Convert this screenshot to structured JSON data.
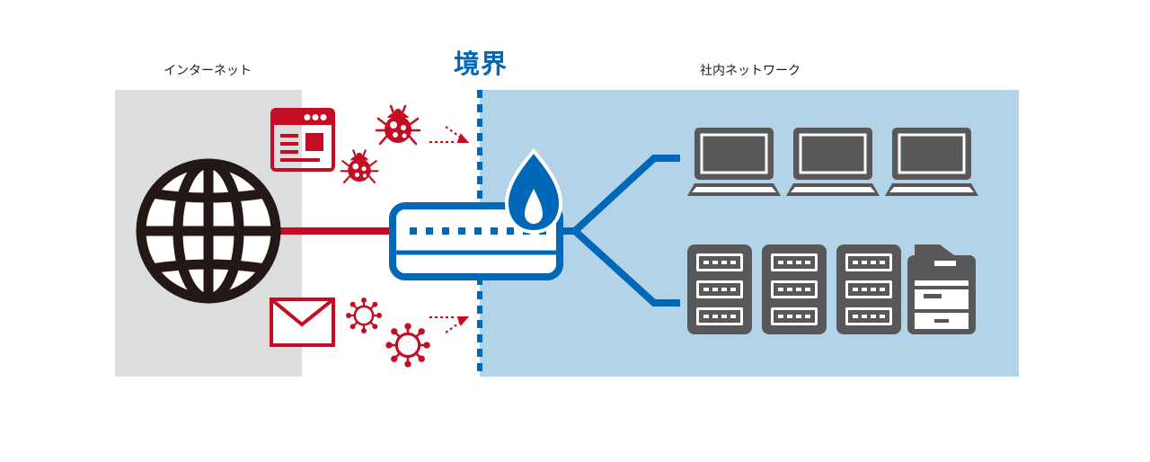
{
  "labels": {
    "internet": "インターネット",
    "boundary": "境界",
    "intranet": "社内ネットワーク"
  },
  "colors": {
    "internet_zone": "#dcdddd",
    "intranet_zone": "#b3d3e8",
    "threat_red": "#c30d23",
    "network_blue": "#0068b7",
    "device_gray": "#595757",
    "globe_black": "#231815"
  },
  "icons": [
    "globe-icon",
    "browser-window-icon",
    "bug-icon",
    "mail-envelope-icon",
    "virus-icon",
    "firewall-device-icon",
    "flame-icon",
    "laptop-icon",
    "server-rack-icon",
    "printer-icon"
  ]
}
